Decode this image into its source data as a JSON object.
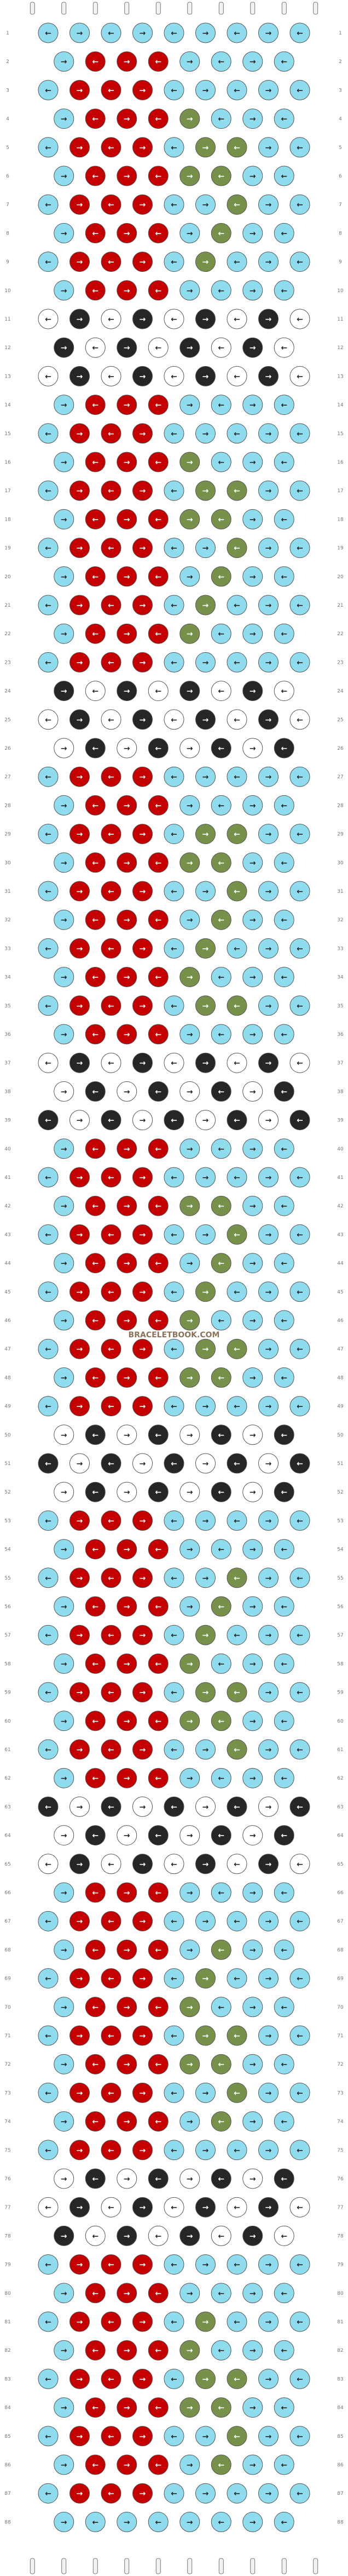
{
  "pattern": {
    "rows": 88,
    "knots_even_row": 9,
    "knots_odd_row": 8,
    "watermark": "BRACELETBOOK.COM",
    "colors": {
      "background": "#ffffff",
      "light_blue": "#8fdcef",
      "red": "#c40000",
      "green": "#77914a",
      "black": "#262626",
      "white": "#ffffff",
      "outline": "#555555",
      "thread_peg": "#f2f2f2"
    },
    "motif_rows": {
      "red_band": [
        2,
        3,
        4,
        5,
        6,
        7,
        8,
        9,
        10,
        14,
        15,
        16,
        17,
        18,
        19,
        20,
        21,
        22,
        23,
        27,
        28,
        29,
        30,
        31,
        32,
        33,
        34,
        35,
        36,
        40,
        41,
        42,
        43,
        44,
        45,
        46,
        47,
        48,
        49,
        53,
        54,
        55,
        56,
        57,
        58,
        59,
        60,
        61,
        62,
        66,
        67,
        68,
        69,
        70,
        71,
        72,
        73,
        74,
        75,
        79,
        80,
        81,
        82,
        83,
        84,
        85,
        86,
        87
      ],
      "green_band": [
        4,
        5,
        6,
        7,
        8,
        9,
        16,
        17,
        18,
        19,
        20,
        21,
        22,
        29,
        30,
        31,
        32,
        33,
        34,
        35,
        42,
        43,
        44,
        45,
        46,
        47,
        48,
        55,
        56,
        57,
        58,
        59,
        60,
        61,
        68,
        69,
        70,
        71,
        72,
        73,
        74,
        81,
        82,
        83,
        84,
        85,
        86
      ],
      "black_white_band": [
        11,
        12,
        13,
        24,
        25,
        26,
        37,
        38,
        39,
        50,
        51,
        52,
        63,
        64,
        65,
        76,
        77,
        78
      ]
    },
    "icons": [
      "arrow-right-icon",
      "arrow-left-icon"
    ]
  }
}
